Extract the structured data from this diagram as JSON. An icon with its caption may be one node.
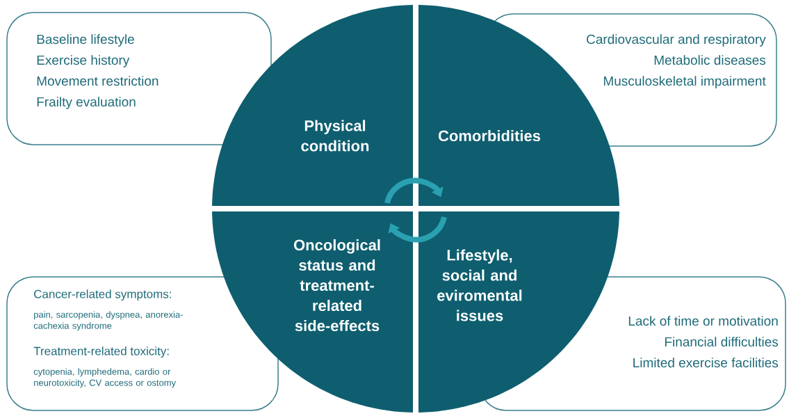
{
  "diagram": {
    "nodes": [
      {
        "text": [
          "Baseline lifestyle",
          "Exercise history",
          "Movement restriction",
          "Frailty evaluation"
        ]
      },
      {
        "text": [
          "Physical condition"
        ]
      },
      {
        "text": [
          "Comorbidities"
        ]
      },
      {
        "text": [
          "Cardiovascular and respiratory",
          "Metabolic diseases",
          "Musculoskeletal impairment"
        ]
      },
      {
        "text": [
          "Cancer-related symptoms:",
          "pain, sarcopenia, dyspnea, anorexia-cachexia syndrome",
          "Treatment-related toxicity:",
          "cytopenia, lymphedema, cardio or neurotoxicity, CV access or ostomy"
        ]
      },
      {
        "text": [
          "Oncological status and treatment-related side-effects"
        ]
      },
      {
        "text": [
          "Lifestyle, social and eviromental issues"
        ]
      },
      {
        "text": [
          "Lack of time or motivation",
          "Financial difficulties",
          "Limited exercise facilities"
        ]
      }
    ]
  }
}
